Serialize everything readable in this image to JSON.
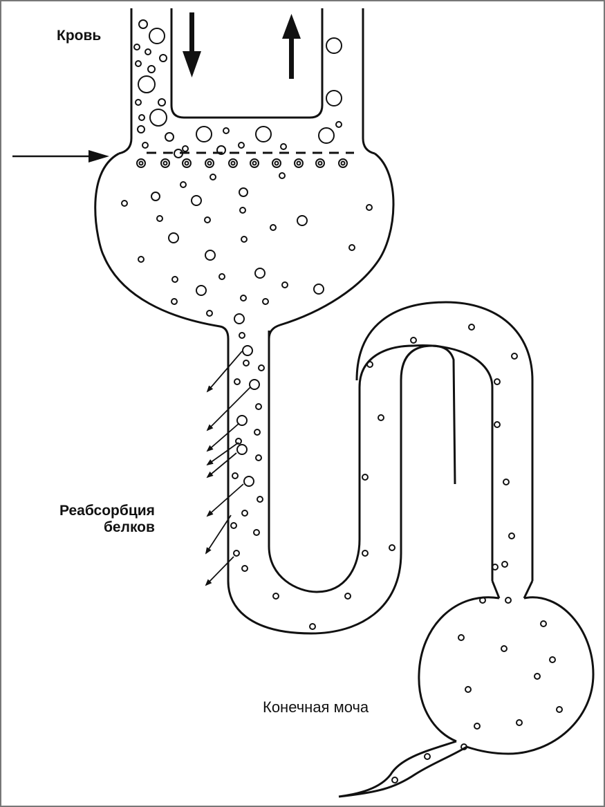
{
  "labels": {
    "blood": "Кровь",
    "reabsorption_line1": "Реабсорбция",
    "reabsorption_line2": "белков",
    "final_urine": "Конечная моча"
  },
  "colors": {
    "stroke": "#111111",
    "background": "#ffffff"
  }
}
